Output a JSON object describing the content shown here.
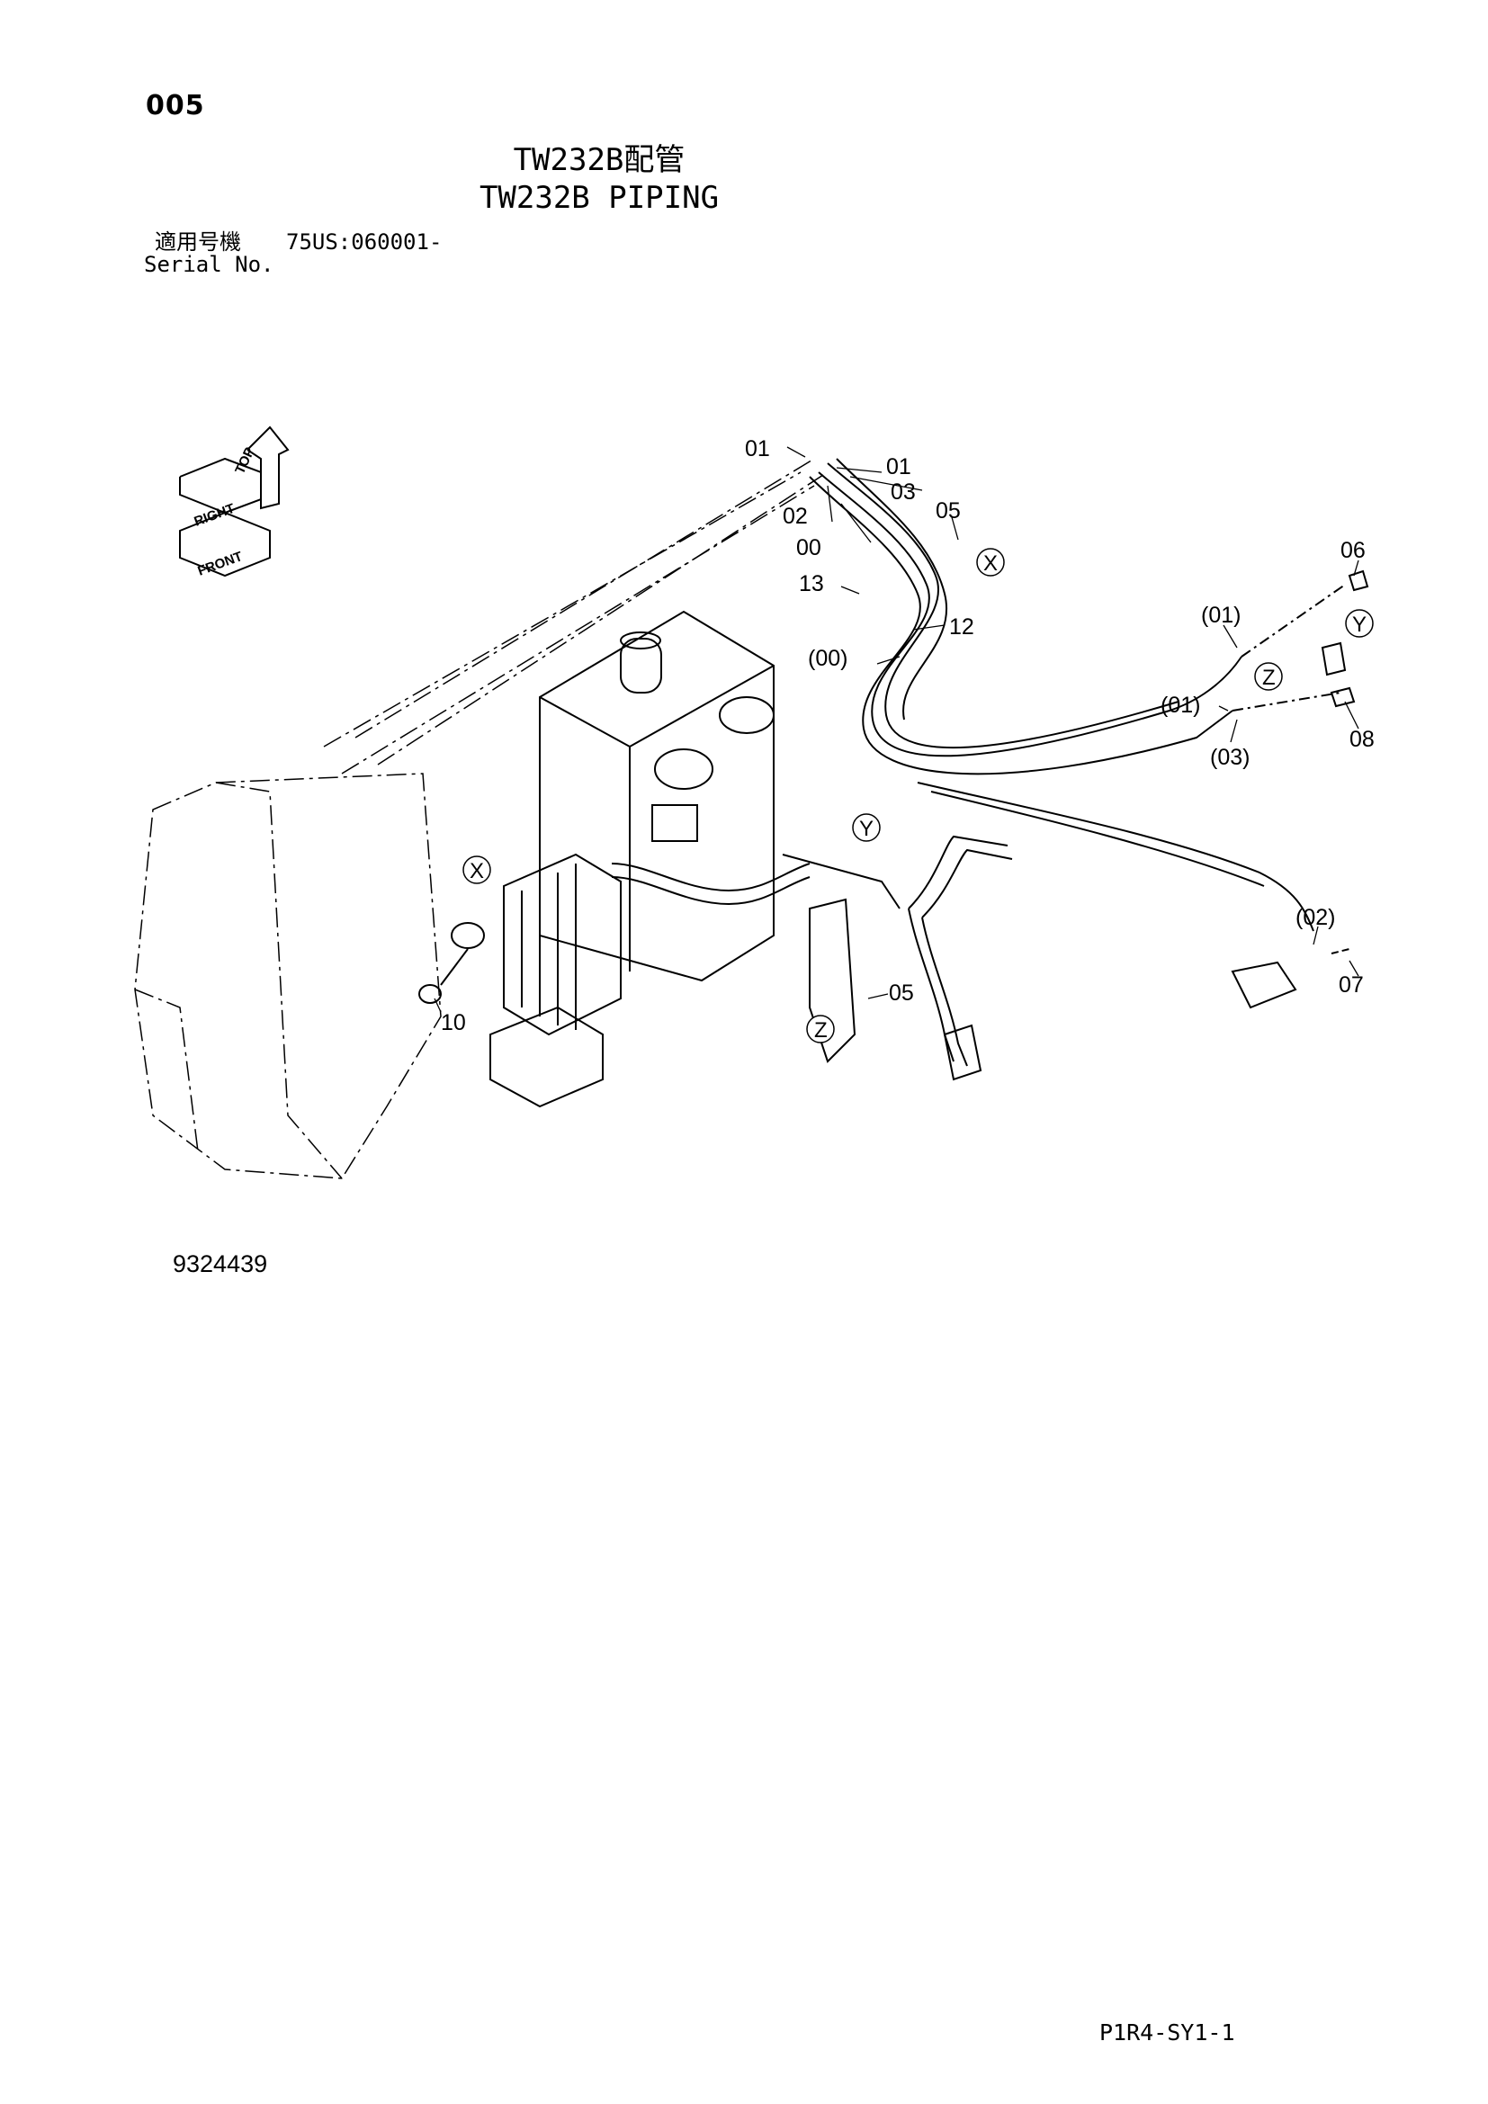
{
  "header": {
    "page_number": "005",
    "title_jp": "TW232B配管",
    "title_en": "TW232B PIPING",
    "serial_label_jp": "適用号機",
    "serial_value": "75US:060001-",
    "serial_label_en": "Serial No."
  },
  "orientation": {
    "top": "TOP",
    "right": "RIGHT",
    "front": "FRONT"
  },
  "callouts": {
    "c01a": "01",
    "c01b": "01",
    "c03": "03",
    "c02": "02",
    "c00": "00",
    "c05a": "05",
    "c13": "13",
    "c12": "12",
    "c00p": "(00)",
    "c06": "06",
    "c01p_a": "(01)",
    "c01p_b": "(01)",
    "c08": "08",
    "c03p": "(03)",
    "c02p": "(02)",
    "c07": "07",
    "c05b": "05",
    "c10": "10"
  },
  "markers": {
    "x_top": "X",
    "y_right": "Y",
    "z_right": "Z",
    "x_left": "X",
    "y_mid": "Y",
    "z_bottom": "Z"
  },
  "footer": {
    "drawing_number": "9324439",
    "page_code": "P1R4-SY1-1"
  }
}
